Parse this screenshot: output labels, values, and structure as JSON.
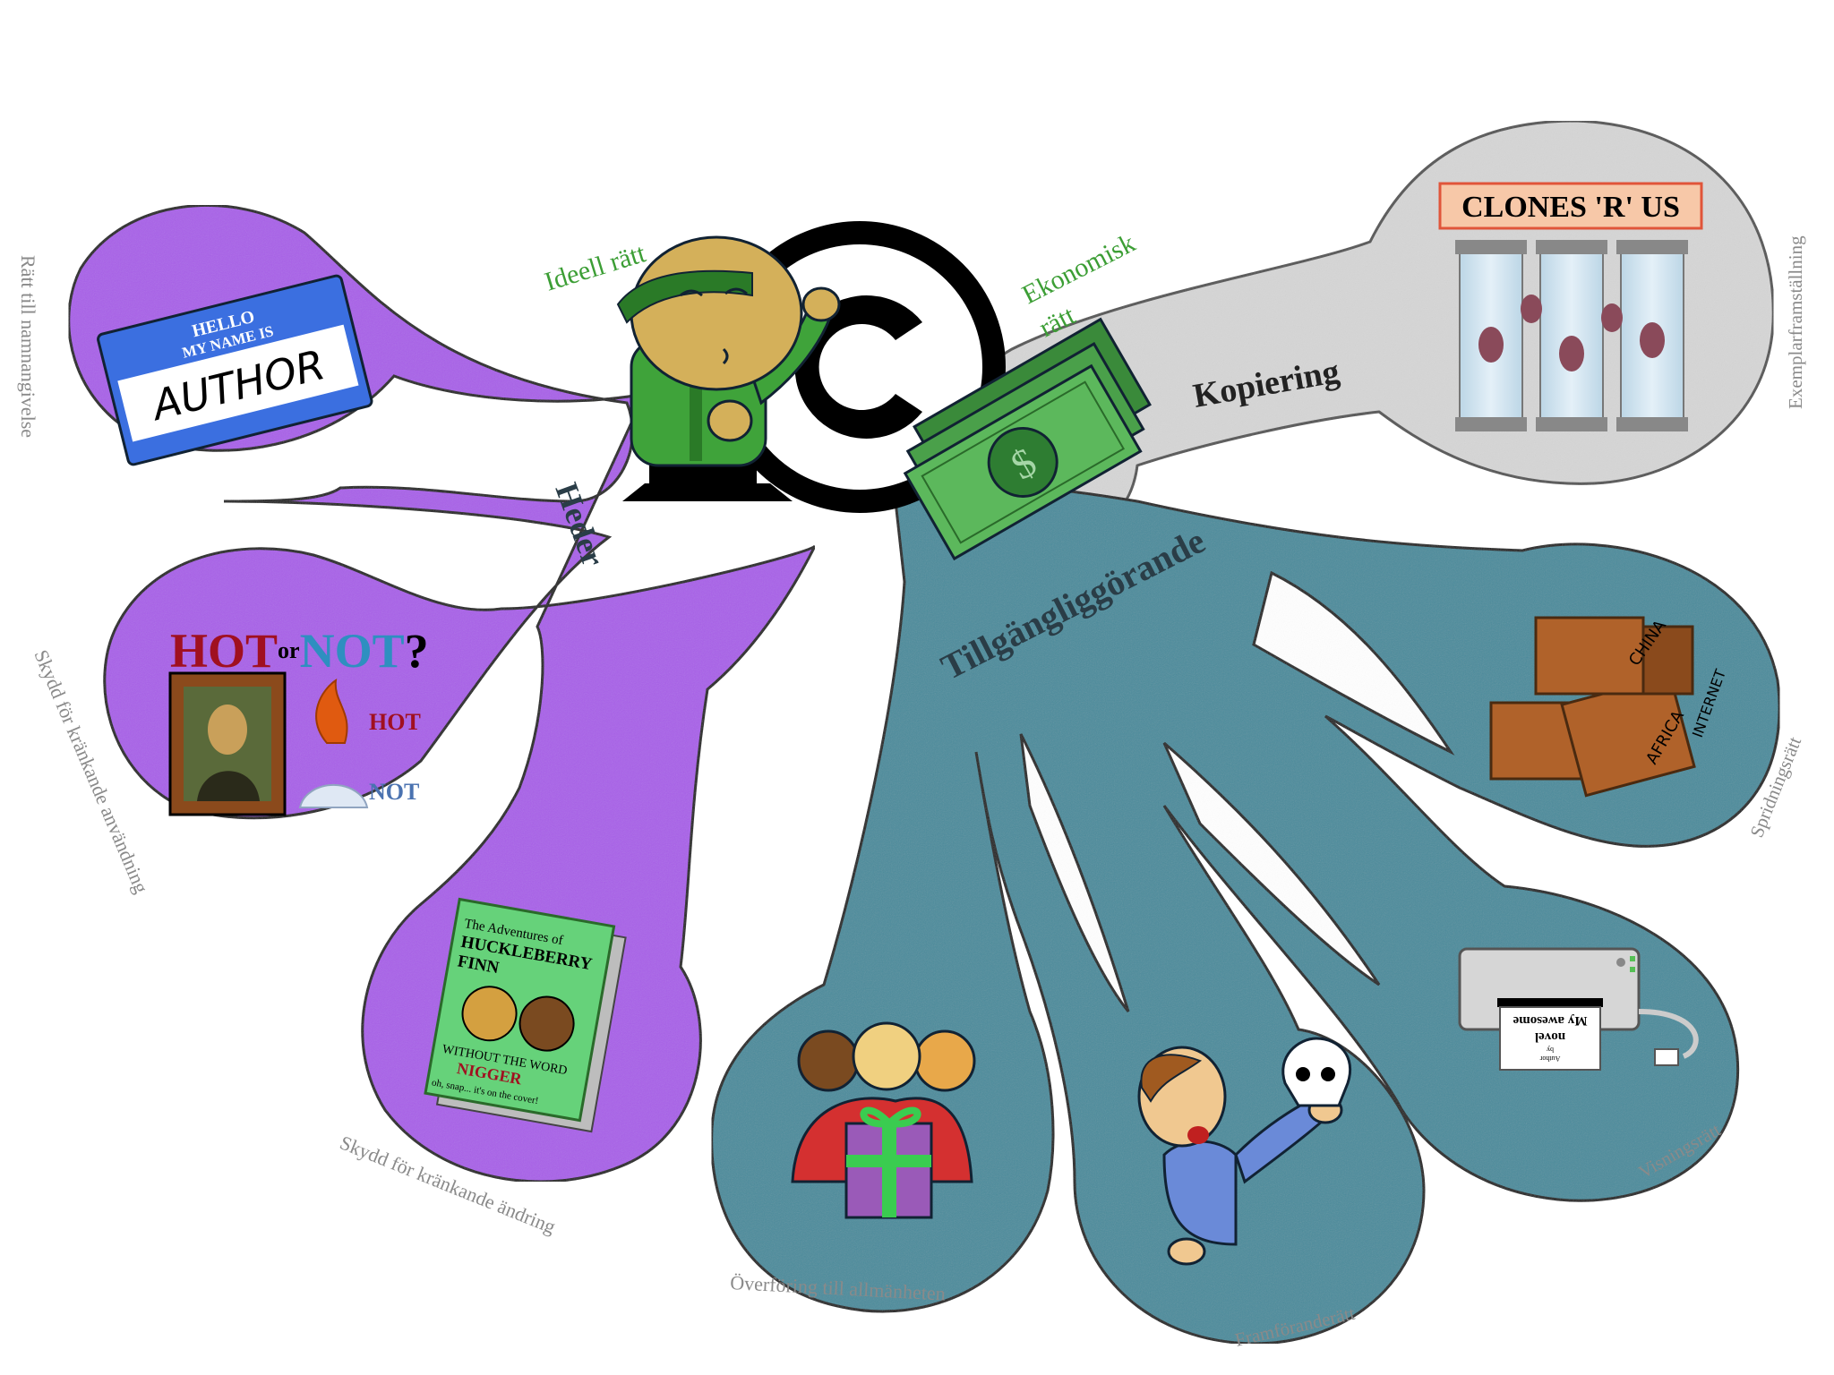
{
  "colors": {
    "heder": "#a960e8",
    "kopiering": "#d6d6d6",
    "tillganglig": "#4b8c9c",
    "green_label": "#3c9e35",
    "gray_label": "#8a8a8a",
    "dark_label": "#2a3d47"
  },
  "center": {
    "symbol": "copyright-symbol",
    "ideell": "Ideell rätt",
    "ekonomisk_line1": "Ekonomisk",
    "ekonomisk_line2": "rätt"
  },
  "branches": {
    "heder": "Heder",
    "kopiering": "Kopiering",
    "tillganglig": "Tillgängliggörande"
  },
  "leaves": {
    "namn": "Rätt till namnangivelse",
    "anvandning": "Skydd för kränkande användning",
    "andring": "Skydd för kränkande ändring",
    "exemplar": "Exemplarframställning",
    "spridning": "Spridningsrätt",
    "visning": "Visningsrätt",
    "framforande": "Framföranderätt",
    "overforing": "Överföring till allmänheten"
  },
  "nametag": {
    "hello": "HELLO",
    "my_name": "MY NAME IS",
    "name": "AUTHOR"
  },
  "hotornot": {
    "hot": "HOT",
    "or": "or",
    "not": "NOT",
    "q": "?",
    "hot_label": "HOT",
    "not_label": "NOT"
  },
  "book": {
    "line1": "The Adventures of",
    "line2": "HUCKLEBERRY",
    "line3": "FINN",
    "line4": "WITHOUT THE WORD",
    "line5": "NIGGER",
    "line6": "oh, snap... it's on the cover!"
  },
  "clones": {
    "sign": "CLONES 'R' US"
  },
  "boxes": {
    "china": "CHINA",
    "africa": "AFRICA",
    "internet": "INTERNET"
  },
  "printer": {
    "line1": "My awesome",
    "line2": "novel",
    "line3": "by",
    "line4": "Author"
  },
  "money": {
    "symbol": "$"
  }
}
